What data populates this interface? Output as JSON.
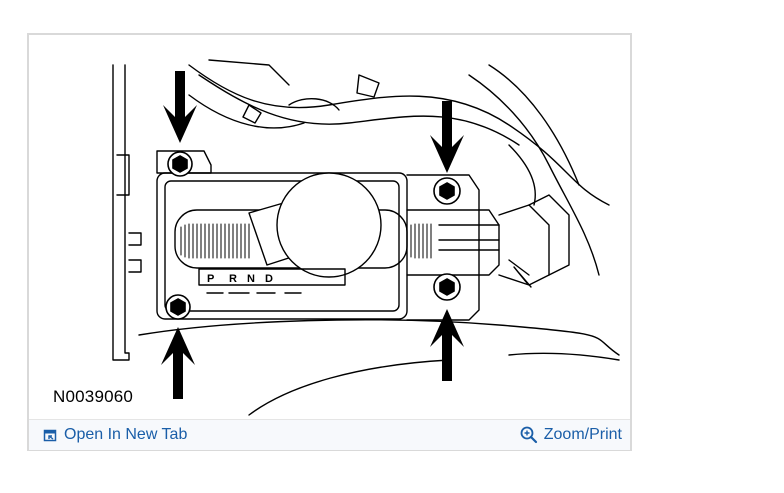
{
  "figure": {
    "code": "N0039060",
    "shift_letters": [
      "P",
      "R",
      "N",
      "D"
    ]
  },
  "footer": {
    "open_tab_label": "Open In New Tab",
    "open_tab_icon": "open-new-tab-icon",
    "zoom_label": "Zoom/Print",
    "zoom_icon": "magnifier-zoom-icon"
  },
  "colors": {
    "link": "#1a5ea8",
    "border": "#d9d9d9"
  }
}
